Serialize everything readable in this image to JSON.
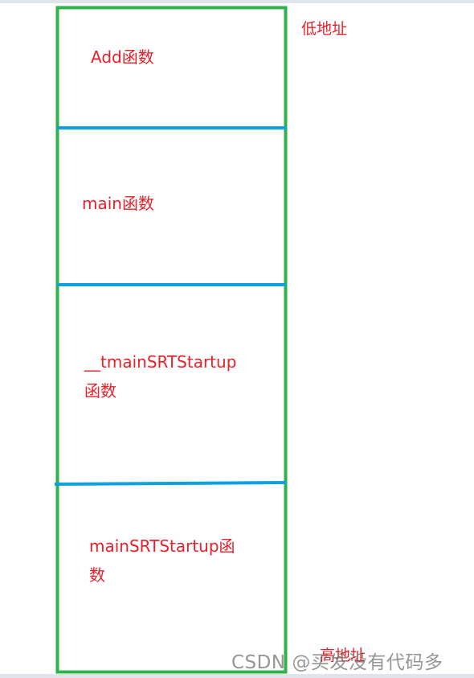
{
  "address_labels": {
    "low": "低地址",
    "high": "高地址"
  },
  "segments": [
    {
      "line1": "Add函数",
      "line2": ""
    },
    {
      "line1": "main函数",
      "line2": ""
    },
    {
      "line1": "__tmainSRTStartup",
      "line2": "函数"
    },
    {
      "line1": "mainSRTStartup函",
      "line2": "数"
    }
  ],
  "watermark": "CSDN @买发没有代码多",
  "colors": {
    "frame": "#2db34a",
    "divider": "#0ea0e0",
    "label": "#e8202a"
  }
}
